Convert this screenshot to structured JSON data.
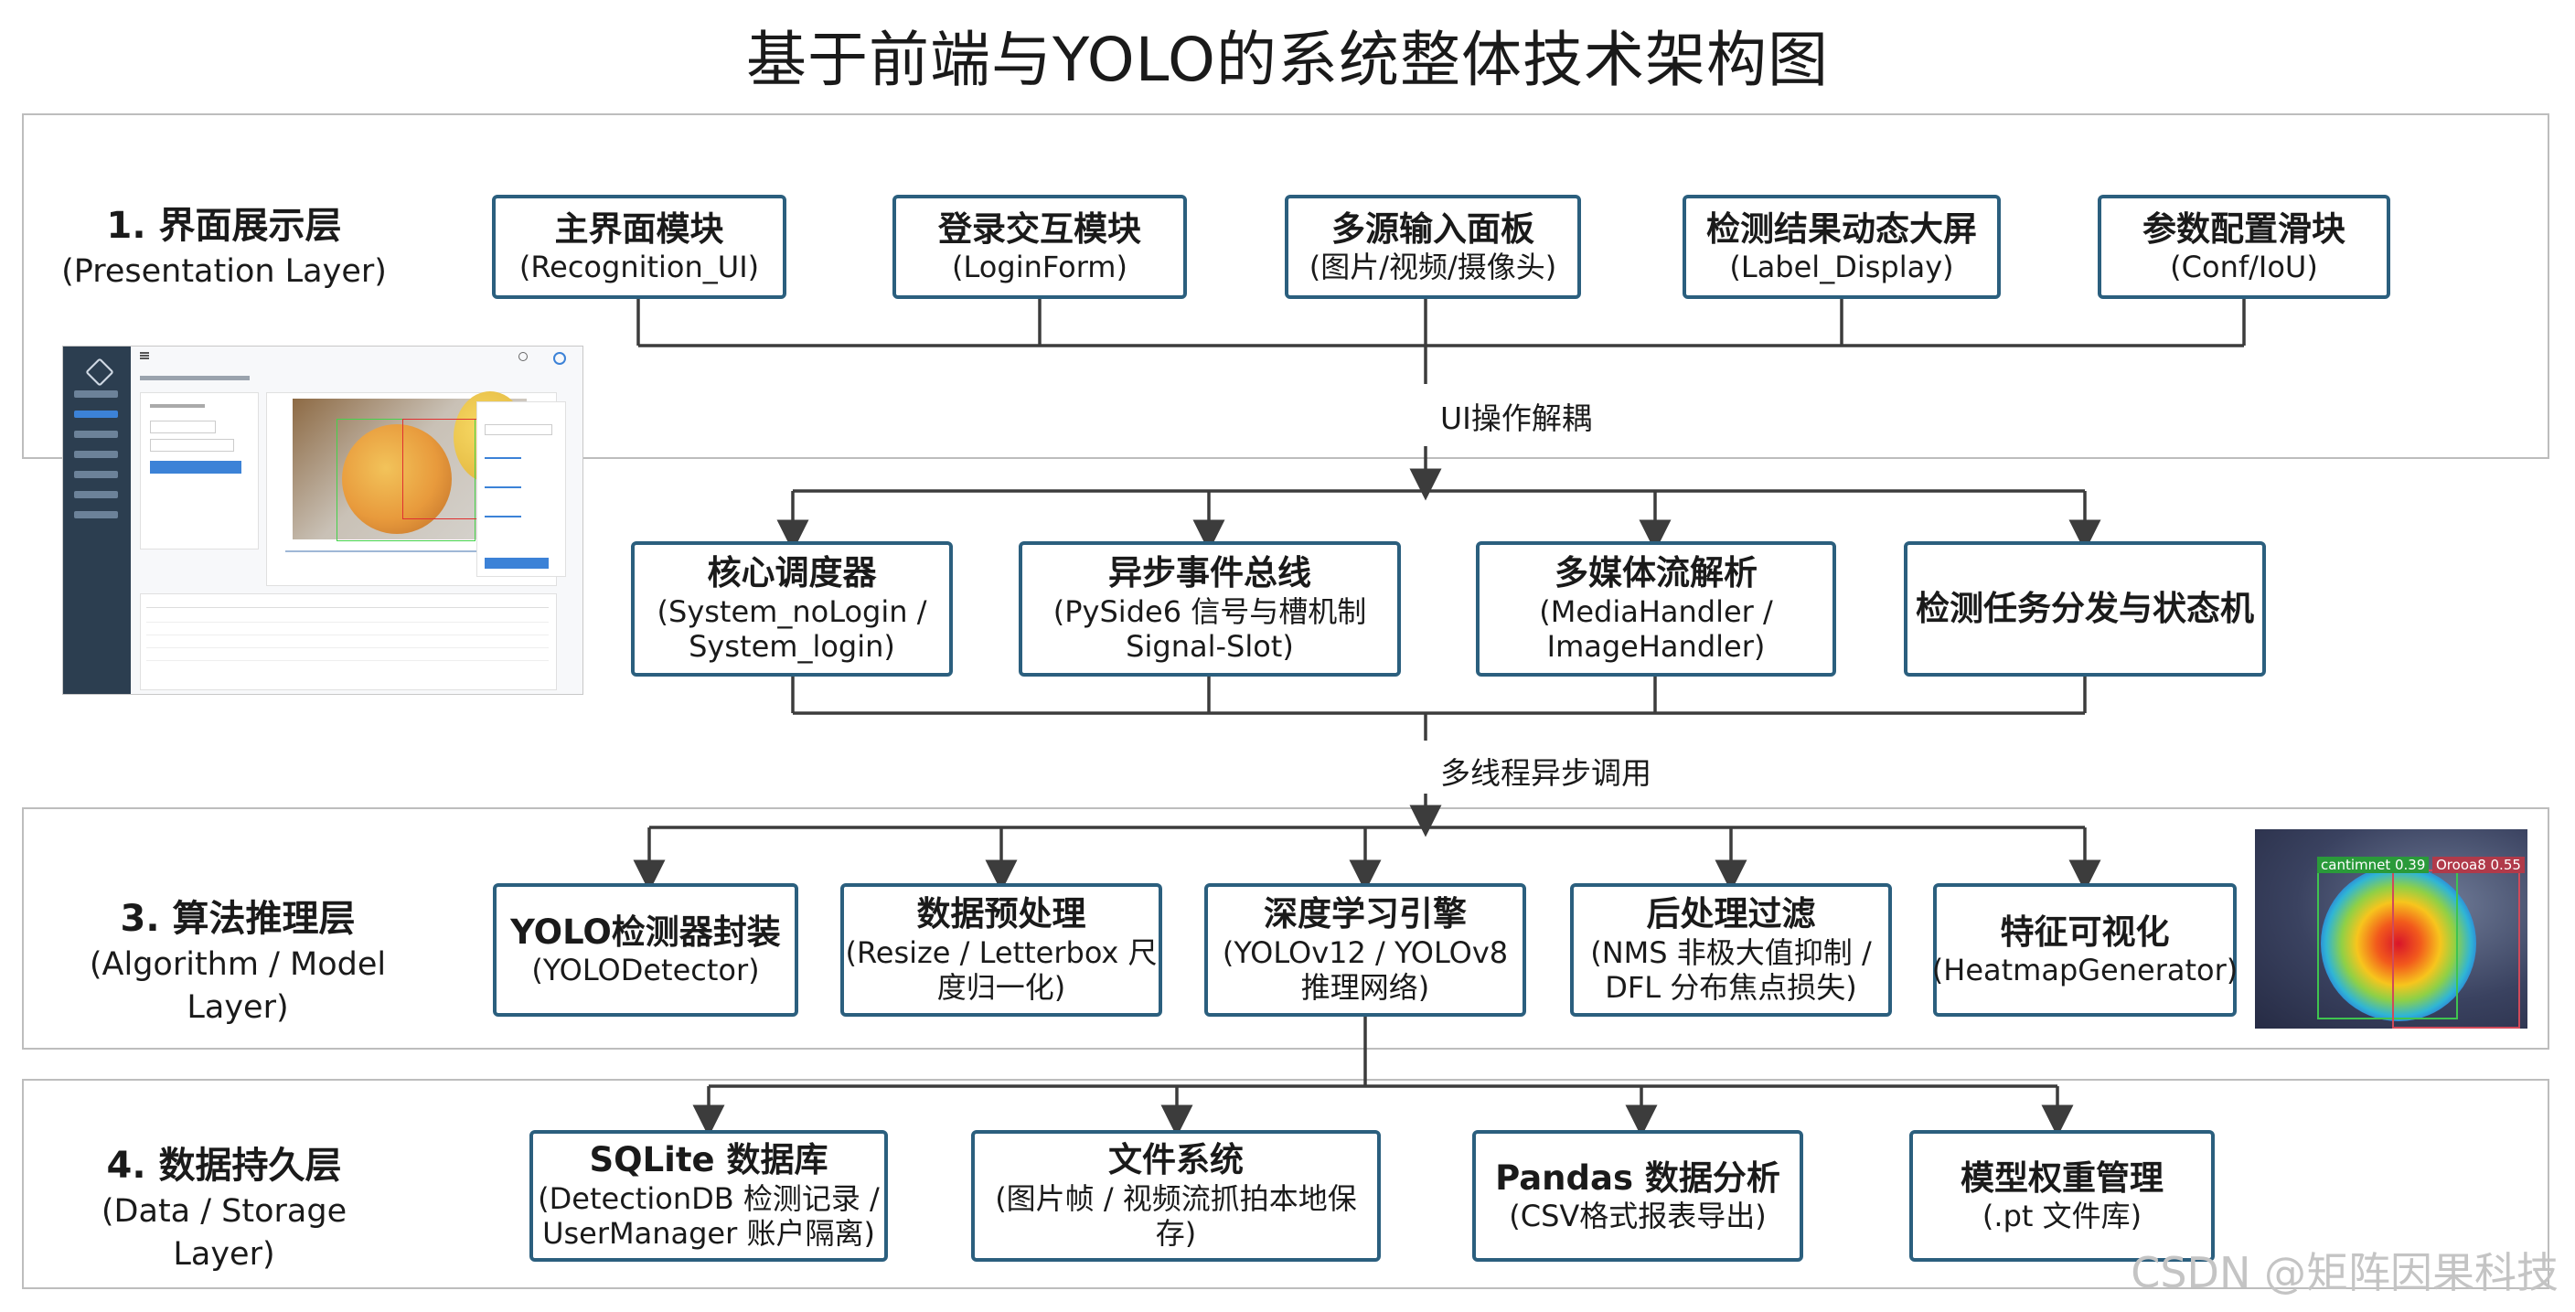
{
  "title": "基于前端与YOLO的系统整体技术架构图",
  "watermark": "CSDN @矩阵因果科技",
  "layers": [
    {
      "title": "1. 界面展示层",
      "subtitle": "(Presentation Layer)"
    },
    {
      "title": "3. 算法推理层",
      "subtitle": "(Algorithm / Model Layer)"
    },
    {
      "title": "4. 数据持久层",
      "subtitle": "(Data / Storage Layer)"
    }
  ],
  "presentation_modules": [
    {
      "name": "主界面模块",
      "detail": "(Recognition_UI)"
    },
    {
      "name": "登录交互模块",
      "detail": "(LoginForm)"
    },
    {
      "name": "多源输入面板",
      "detail": "(图片/视频/摄像头)"
    },
    {
      "name": "检测结果动态大屏",
      "detail": "(Label_Display)"
    },
    {
      "name": "参数配置滑块",
      "detail": "(Conf/IoU)"
    }
  ],
  "connector_labels": {
    "ui_decoupling": "UI操作解耦",
    "multithread_async": "多线程异步调用"
  },
  "control_modules": [
    {
      "name": "核心调度器",
      "detail": "(System_noLogin /",
      "detail2": "System_login)"
    },
    {
      "name": "异步事件总线",
      "detail": "(PySide6 信号与槽机制",
      "detail2": "Signal-Slot)"
    },
    {
      "name": "多媒体流解析",
      "detail": "(MediaHandler /",
      "detail2": "ImageHandler)"
    },
    {
      "name": "检测任务分发与状态机",
      "detail": "",
      "detail2": ""
    }
  ],
  "algorithm_modules": [
    {
      "name": "YOLO检测器封装",
      "detail": "(YOLODetector)",
      "detail2": ""
    },
    {
      "name": "数据预处理",
      "detail": "(Resize / Letterbox 尺",
      "detail2": "度归一化)"
    },
    {
      "name": "深度学习引擎",
      "detail": "(YOLOv12 / YOLOv8",
      "detail2": "推理网络)"
    },
    {
      "name": "后处理过滤",
      "detail": "(NMS 非极大值抑制 /",
      "detail2": "DFL 分布焦点损失)"
    },
    {
      "name": "特征可视化",
      "detail": "(HeatmapGenerator)",
      "detail2": ""
    }
  ],
  "storage_modules": [
    {
      "name": "SQLite 数据库",
      "detail": "(DetectionDB 检测记录 /",
      "detail2": "UserManager 账户隔离)"
    },
    {
      "name": "文件系统",
      "detail": "(图片帧 / 视频流抓拍本地保存)",
      "detail2": ""
    },
    {
      "name": "Pandas 数据分析",
      "detail": "(CSV格式报表导出)",
      "detail2": ""
    },
    {
      "name": "模型权重管理",
      "detail": "(.pt 文件库)",
      "detail2": ""
    }
  ],
  "colors": {
    "box_border": "#2b5f7e",
    "line": "#3c3c3c",
    "band_border": "#bdbdbd"
  },
  "screenshot_icons": [
    "app-logo-icon",
    "menu-icon",
    "refresh-icon",
    "settings-icon"
  ],
  "heatmap": {
    "labels": [
      "cantimnet 0.39",
      "Orooa8 0.55"
    ]
  }
}
